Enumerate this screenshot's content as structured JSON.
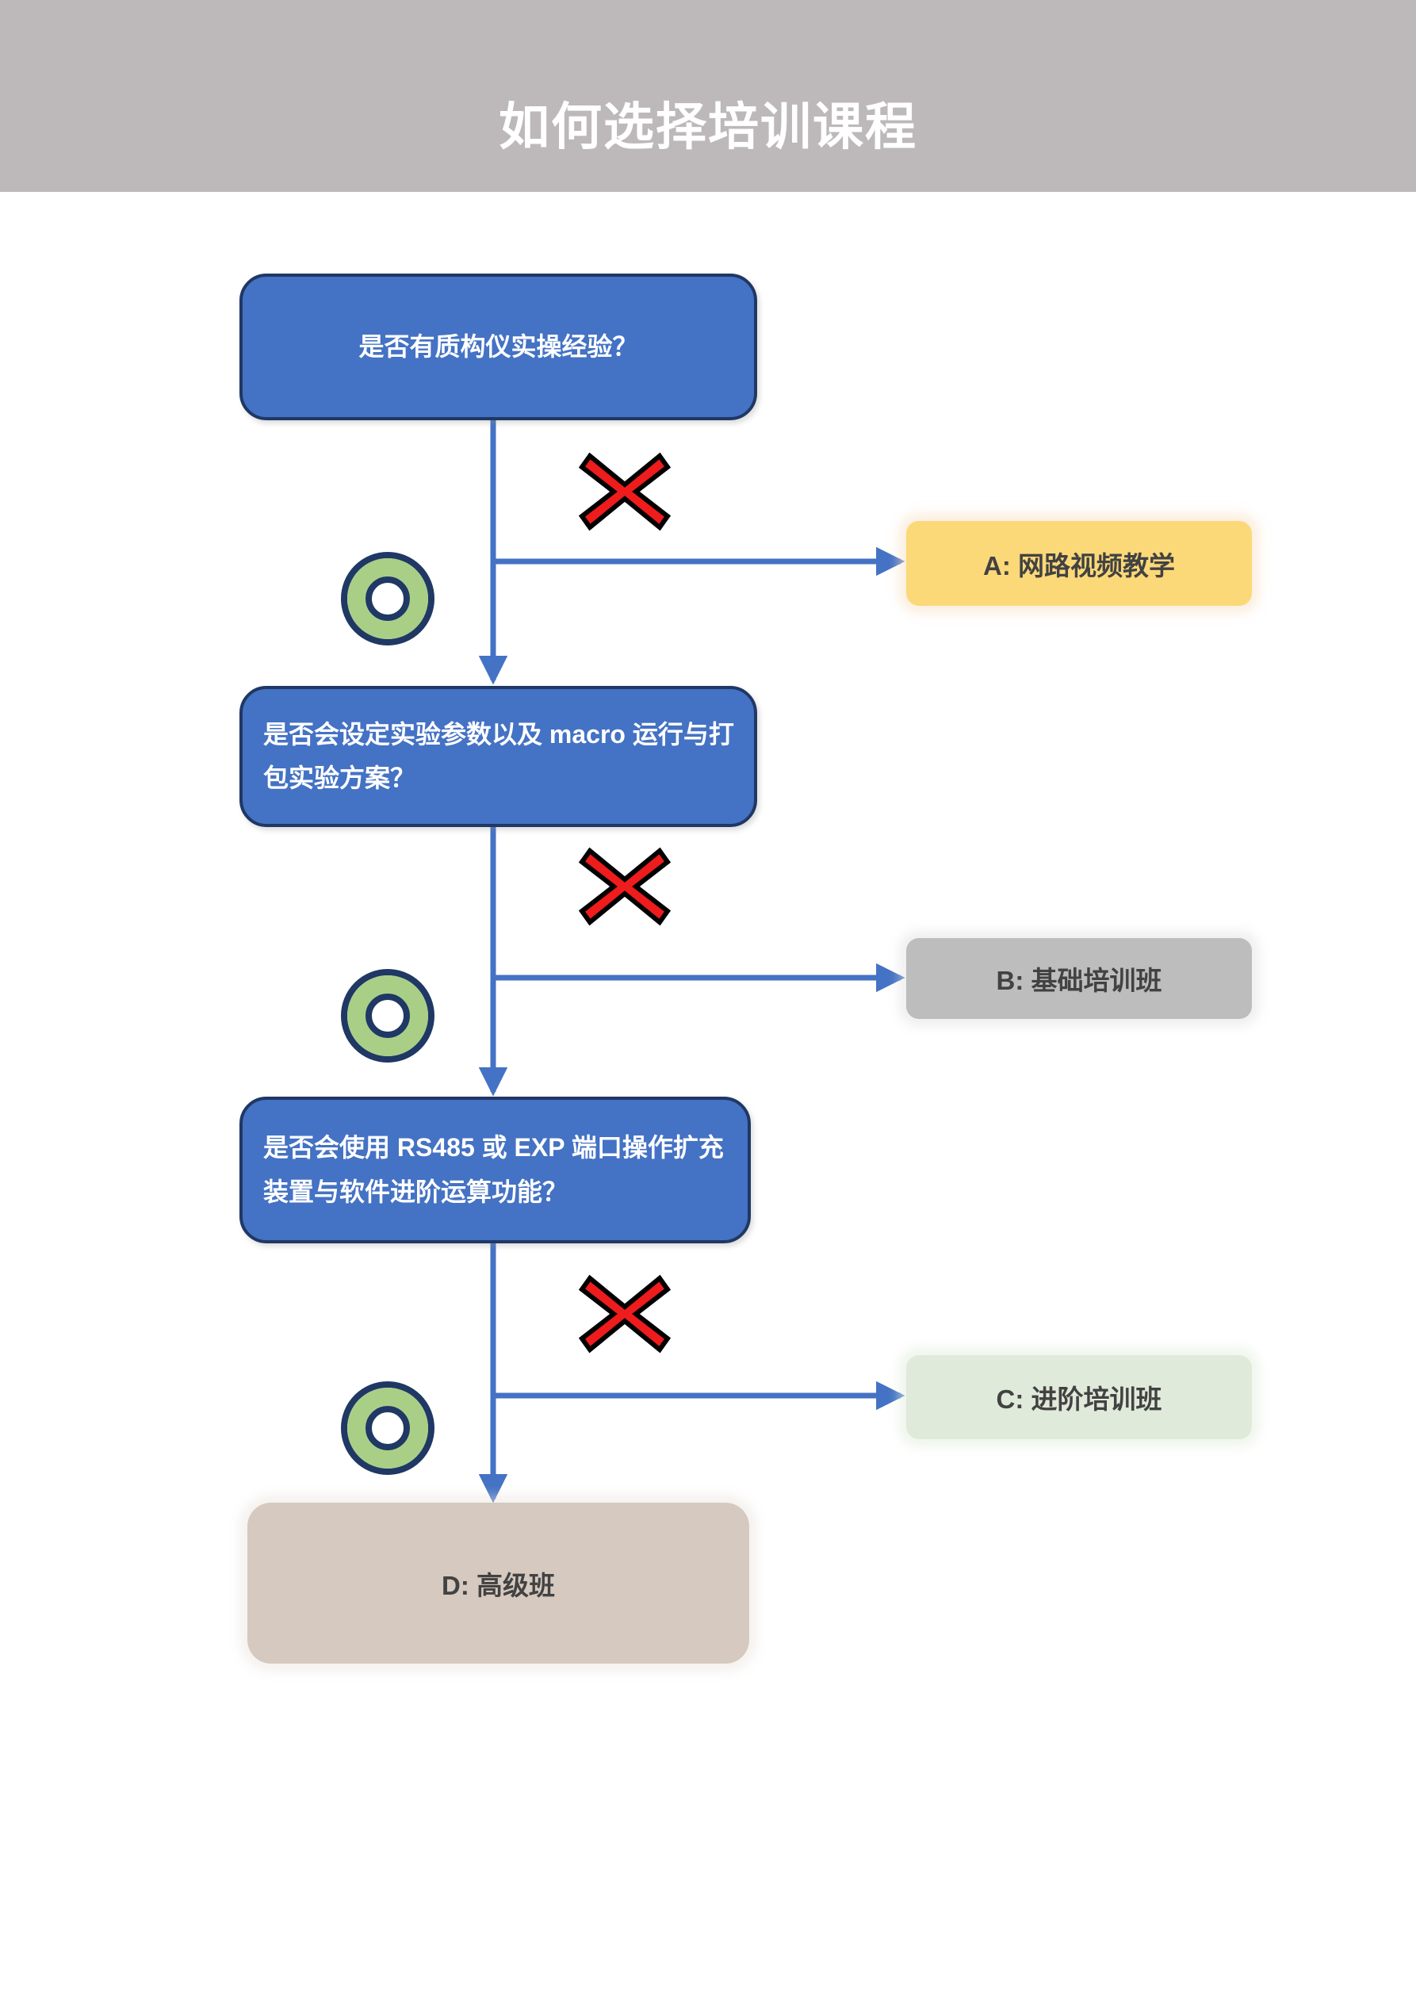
{
  "header": {
    "title": "如何选择培训课程",
    "background_color": "#bdb9ba",
    "text_color": "#ffffff"
  },
  "colors": {
    "decision_fill": "#4472c4",
    "decision_border": "#1f3864",
    "connector": "#4472c4",
    "yes_mark": "#a9cf86",
    "no_mark": "#ee1c1c",
    "outcome_a": "#fcd978",
    "outcome_b": "#bdbdbd",
    "outcome_c": "#e0eada",
    "outcome_d": "#d5c9c0"
  },
  "flow": {
    "decisions": [
      {
        "id": "decision-1",
        "text": "是否有质构仪实操经验？"
      },
      {
        "id": "decision-2",
        "text": "是否会设定实验参数以及 macro 运行与打包实验方案？"
      },
      {
        "id": "decision-3",
        "text": "是否会使用 RS485 或 EXP 端口操作扩充装置与软件进阶运算功能？"
      }
    ],
    "outcomes": [
      {
        "id": "outcome-a",
        "label": "A:  网路视频教学"
      },
      {
        "id": "outcome-b",
        "label": "B:  基础培训班"
      },
      {
        "id": "outcome-c",
        "label": "C:  进阶培训班"
      },
      {
        "id": "outcome-d",
        "label": "D:  高级班"
      }
    ],
    "marks": [
      {
        "id": "cross-1",
        "type": "no",
        "icon": "red-cross-icon"
      },
      {
        "id": "ring-1",
        "type": "yes",
        "icon": "green-ring-icon"
      },
      {
        "id": "cross-2",
        "type": "no",
        "icon": "red-cross-icon"
      },
      {
        "id": "ring-2",
        "type": "yes",
        "icon": "green-ring-icon"
      },
      {
        "id": "cross-3",
        "type": "no",
        "icon": "red-cross-icon"
      },
      {
        "id": "ring-3",
        "type": "yes",
        "icon": "green-ring-icon"
      }
    ]
  }
}
